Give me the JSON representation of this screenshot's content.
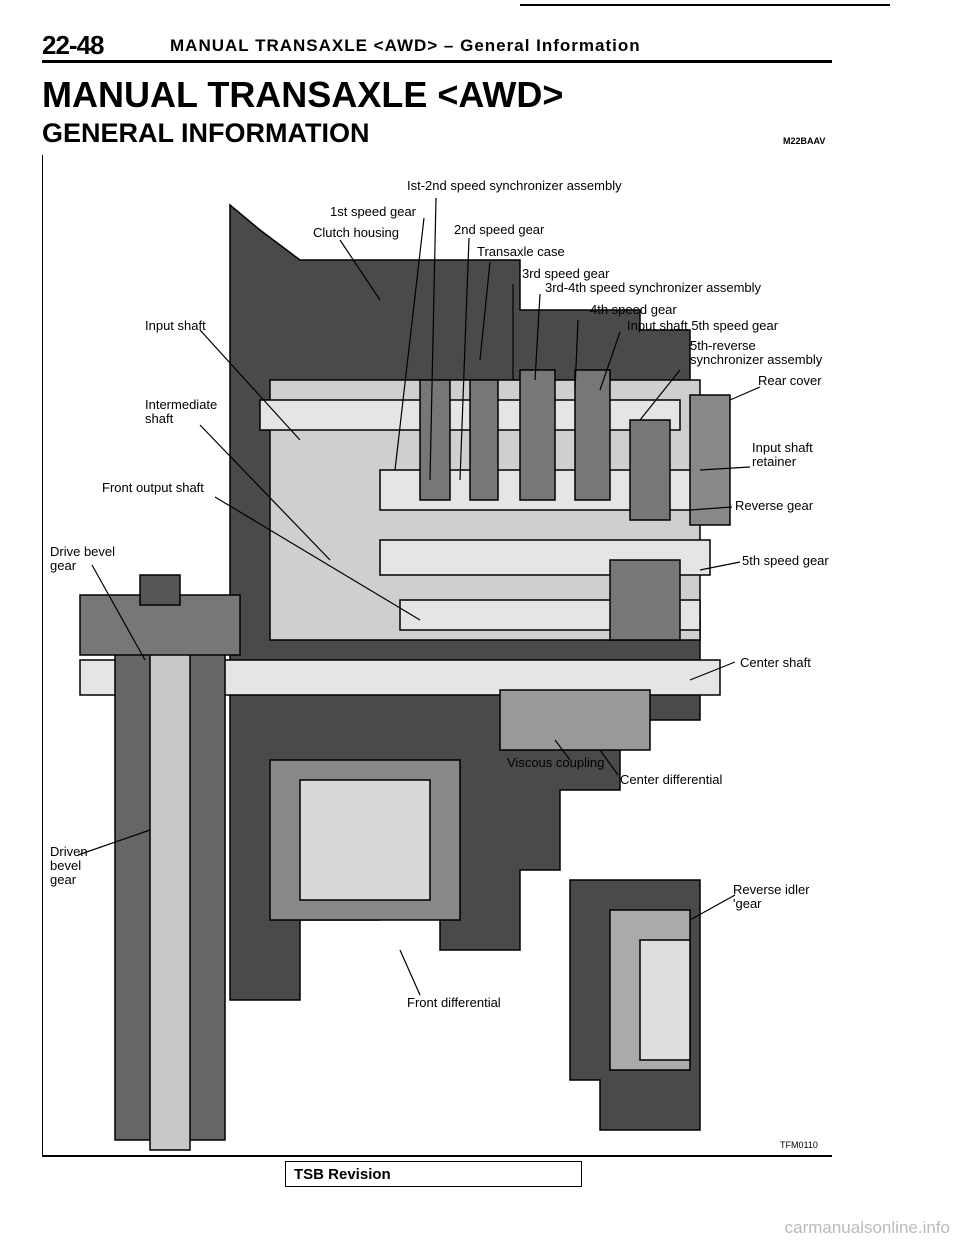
{
  "header": {
    "page_number": "22-48",
    "running_head": "MANUAL TRANSAXLE <AWD> – General Information"
  },
  "title": "MANUAL TRANSAXLE <AWD>",
  "subtitle": "GENERAL INFORMATION",
  "section_code": "M22BAAV",
  "figure": {
    "code": "TFM0110",
    "labels": {
      "l1": "Ist-2nd speed synchronizer assembly",
      "l2": "1st speed gear",
      "l3": "Clutch housing",
      "l4": "2nd speed gear",
      "l5": "Transaxle case",
      "l6": "3rd speed gear",
      "l7": "3rd-4th speed synchronizer assembly",
      "l8": "4th speed gear",
      "l9": "Input shaft",
      "l10": "Input shaft 5th speed gear",
      "l11": "5th-reverse synchronizer assembly",
      "l12": "Rear cover",
      "l13": "Intermediate shaft",
      "l14": "Input shaft retainer",
      "l15": "Front output shaft",
      "l16": "Reverse gear",
      "l17": "Drive bevel gear",
      "l18": "5th speed gear",
      "l19": "Center shaft",
      "l20": "Viscous coupling",
      "l21": "Center differential",
      "l22": "Driven bevel gear",
      "l23": "Reverse idler 'gear",
      "l24": "Front differential"
    }
  },
  "footer": {
    "tsb_label": "TSB Revision"
  },
  "watermark": "carmanualsonline.info"
}
